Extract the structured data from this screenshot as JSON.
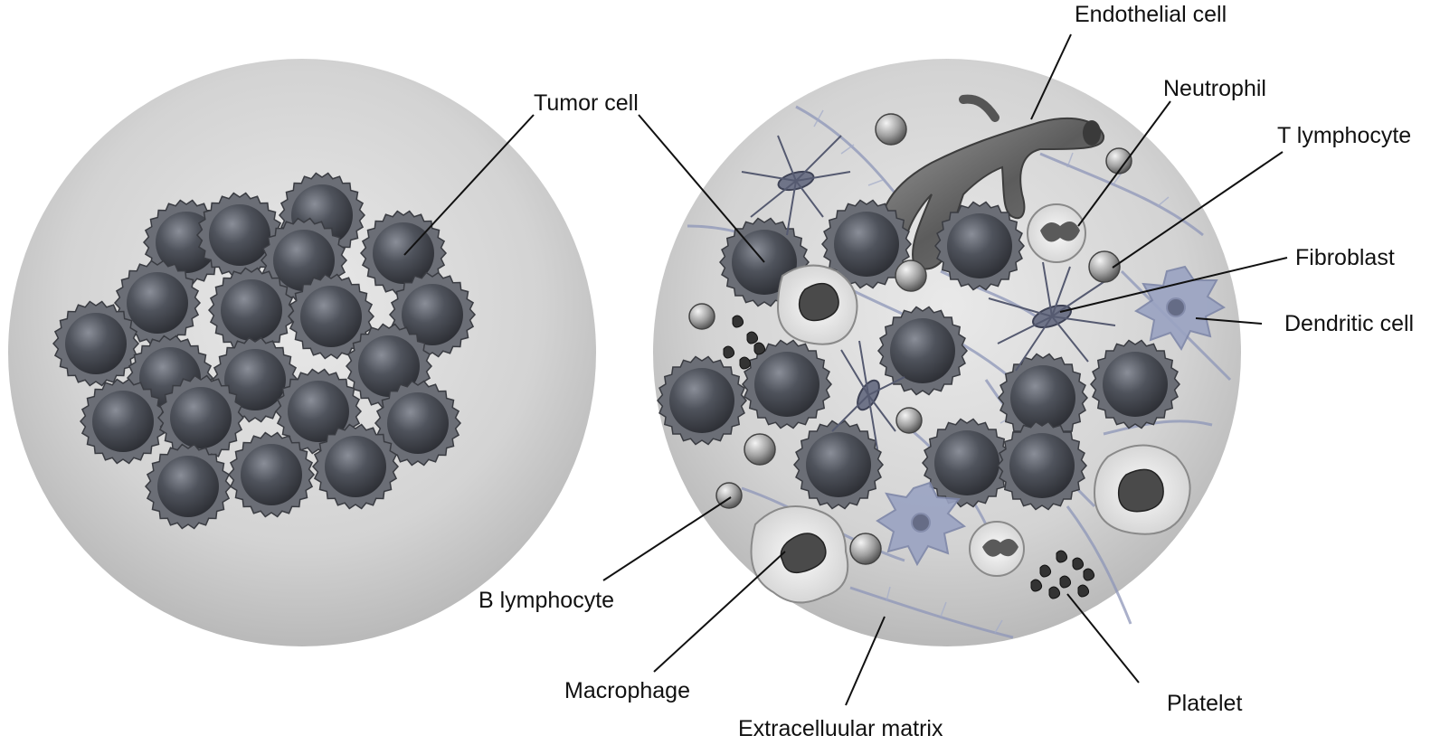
{
  "labels": {
    "tumor_cell": "Tumor cell",
    "endothelial_cell": "Endothelial cell",
    "neutrophil": "Neutrophil",
    "t_lymphocyte": "T lymphocyte",
    "fibroblast": "Fibroblast",
    "dendritic_cell": "Dendritic cell",
    "b_lymphocyte": "B lymphocyte",
    "macrophage": "Macrophage",
    "extracellular_matrix": "Extracelluular matrix",
    "platelet": "Platelet"
  },
  "colors": {
    "sphere": "#cfcfcf",
    "tumor_cell": "#4a4d55",
    "matrix_fiber": "#8d96b8",
    "vessel": "#6a6a6a",
    "leader_line": "#111111"
  }
}
